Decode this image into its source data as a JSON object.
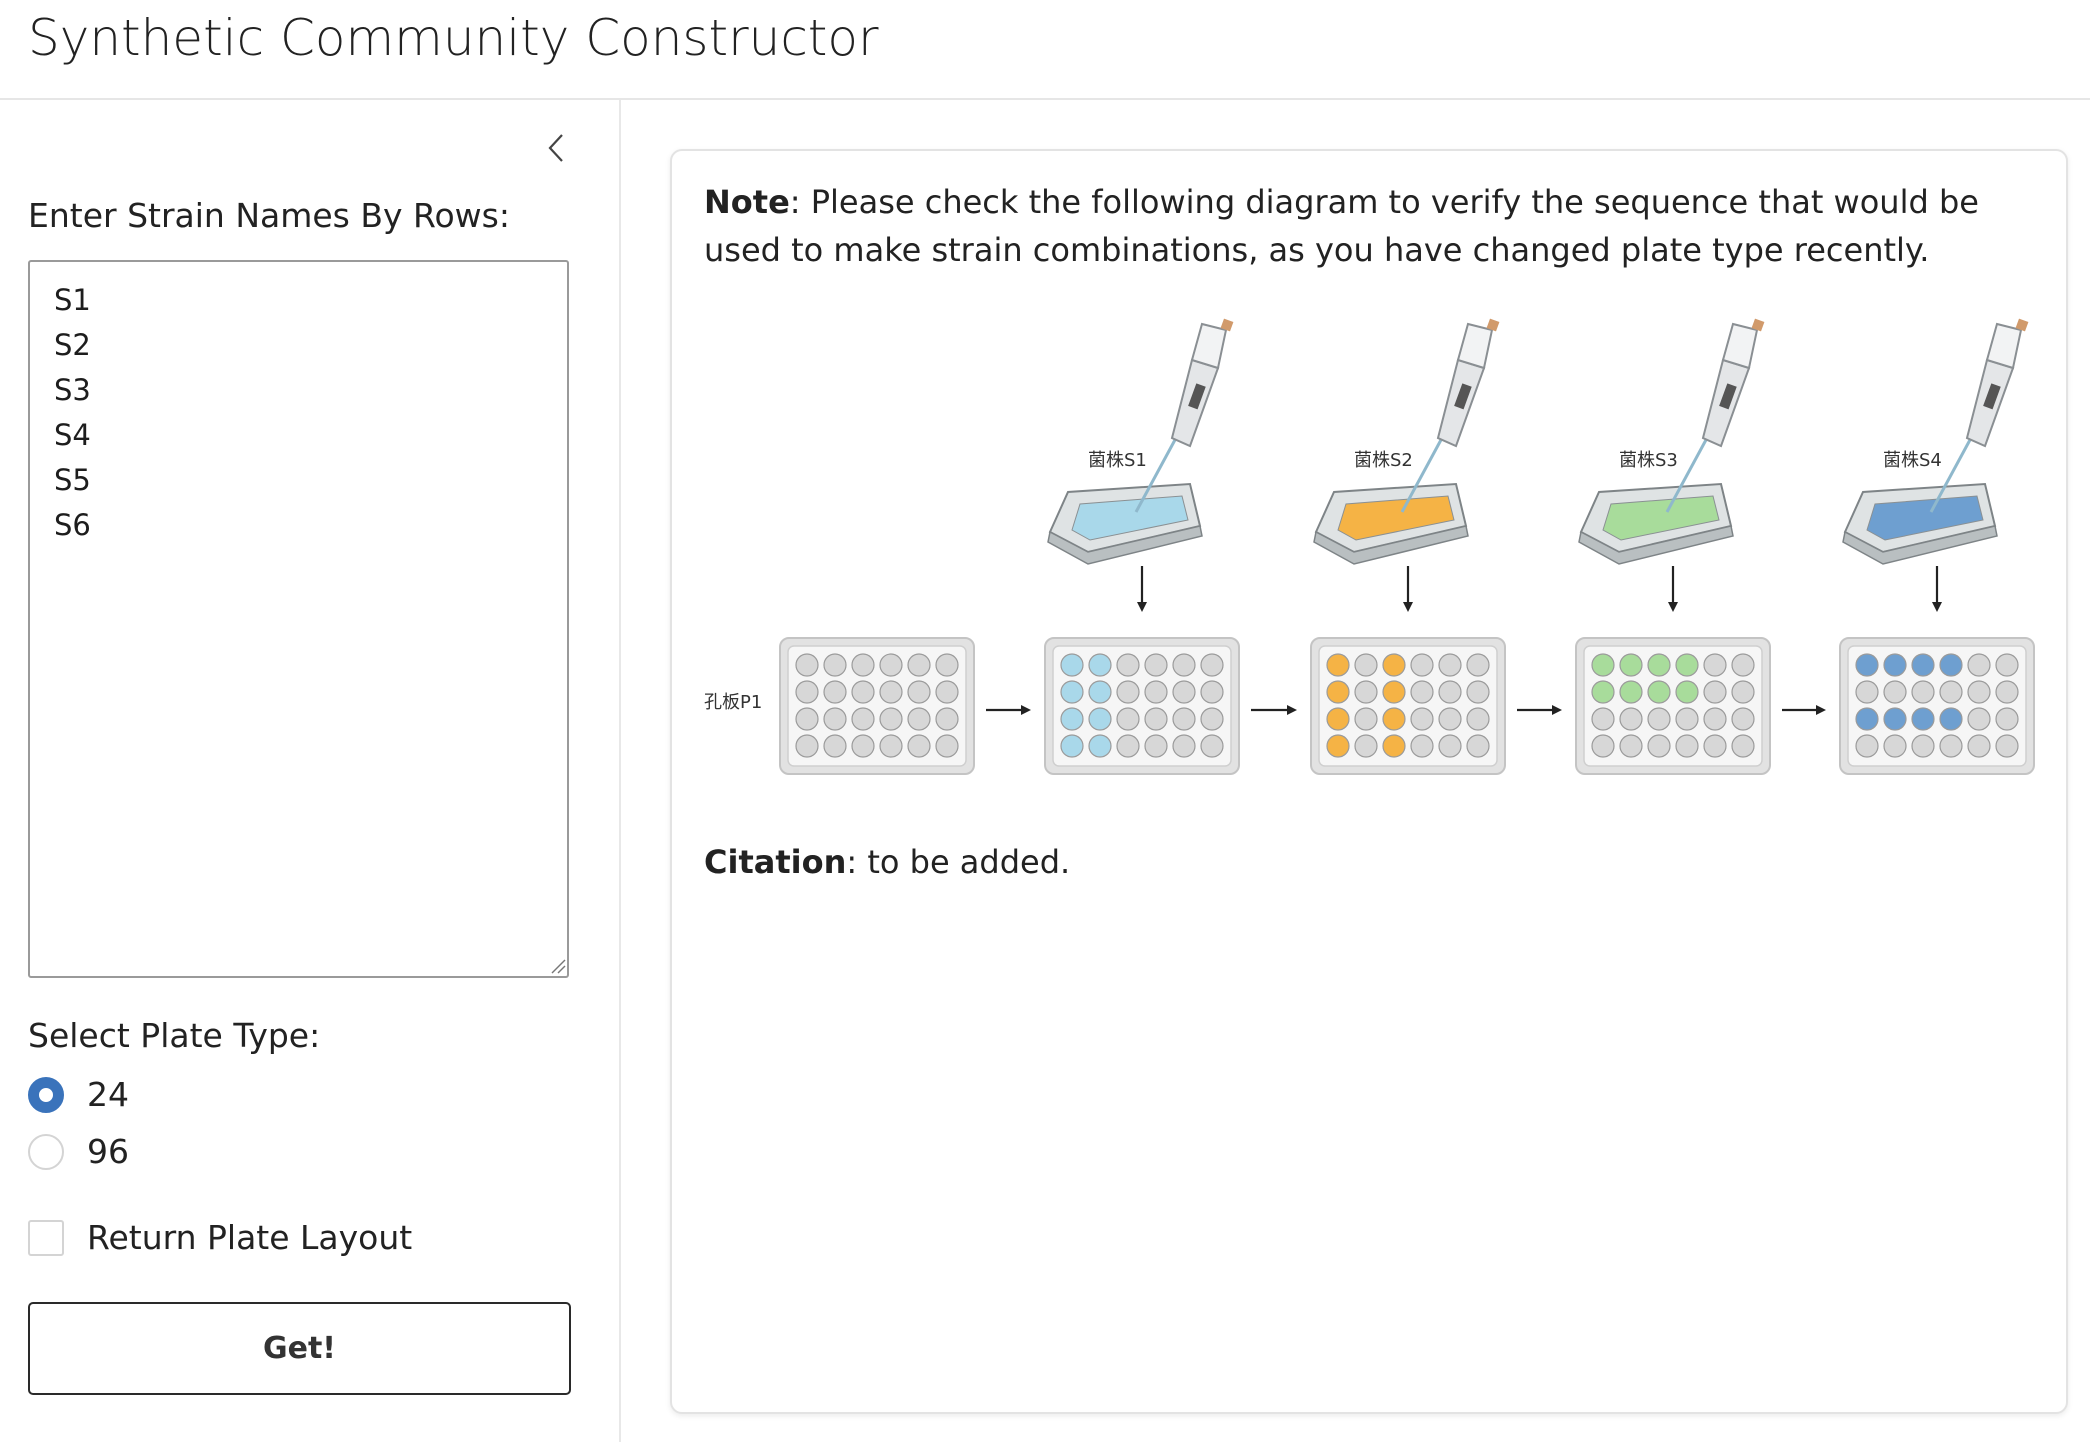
{
  "app": {
    "title": "Synthetic Community Constructor"
  },
  "sidebar": {
    "strain_label": "Enter Strain Names By Rows:",
    "strain_text": "S1\nS2\nS3\nS4\nS5\nS6",
    "plate_type_label": "Select Plate Type:",
    "plate_options": [
      {
        "value": "24",
        "label": "24",
        "checked": true
      },
      {
        "value": "96",
        "label": "96",
        "checked": false
      }
    ],
    "return_layout_label": "Return Plate Layout",
    "return_layout_checked": false,
    "get_button_label": "Get!"
  },
  "main": {
    "note_bold": "Note",
    "note_text": ": Please check the following diagram to verify the sequence that would be used to make strain combinations, as you have changed plate type recently.",
    "citation_bold": "Citation",
    "citation_text": ": to be added.",
    "diagram": {
      "plate_label": "孔板P1",
      "strain_labels": [
        "菌株S1",
        "菌株S2",
        "菌株S3",
        "菌株S4"
      ],
      "colors": {
        "accent": "#3a73bb",
        "s1": "#a9d8ea",
        "s2": "#f5b345",
        "s3": "#a8dc9b",
        "s4": "#6e9fd0",
        "empty_well": "#d7d7d7"
      }
    }
  }
}
